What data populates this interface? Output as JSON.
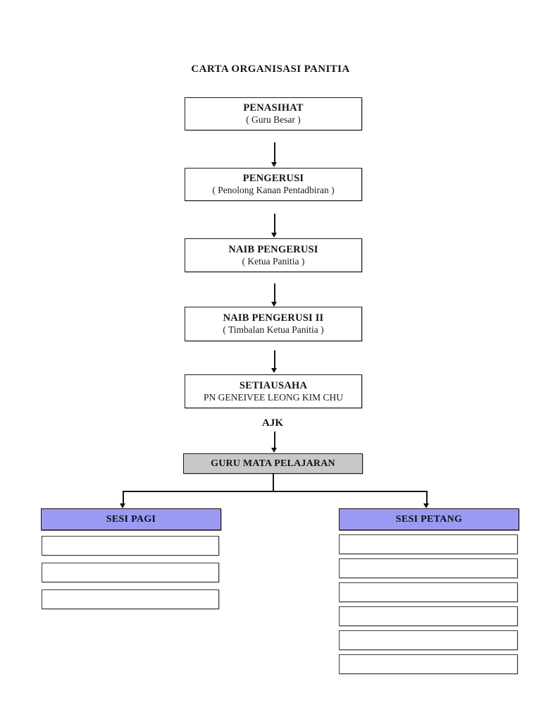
{
  "page": {
    "background": "#ffffff",
    "title": "CARTA ORGANISASI PANITIA"
  },
  "colors": {
    "session_header_fill": "#9b9af2",
    "subject_teacher_fill": "#c8c8c8",
    "box_fill": "#ffffff",
    "line_color": "#141414",
    "text_color": "#141414"
  },
  "hierarchy": [
    {
      "id": "penasihat",
      "title": "PENASIHAT",
      "subtitle": "( Guru Besar )"
    },
    {
      "id": "pengerusi",
      "title": "PENGERUSI",
      "subtitle": "( Penolong Kanan Pentadbiran )"
    },
    {
      "id": "naib-pengerusi",
      "title": "NAIB PENGERUSI",
      "subtitle": "( Ketua Panitia )"
    },
    {
      "id": "naib-pengerusi-ii",
      "title": "NAIB PENGERUSI II",
      "subtitle": "( Timbalan Ketua Panitia )"
    },
    {
      "id": "setiausaha",
      "title": "SETIAUSAHA",
      "subtitle": "PN GENEIVEE LEONG KIM CHU"
    }
  ],
  "ajk_label": "AJK",
  "guru_mata_pelajaran": {
    "label": "GURU MATA PELAJARAN"
  },
  "sessions": {
    "pagi": {
      "label": "SESI PAGI",
      "empty_slots": 3
    },
    "petang": {
      "label": "SESI PETANG",
      "empty_slots": 6
    }
  }
}
